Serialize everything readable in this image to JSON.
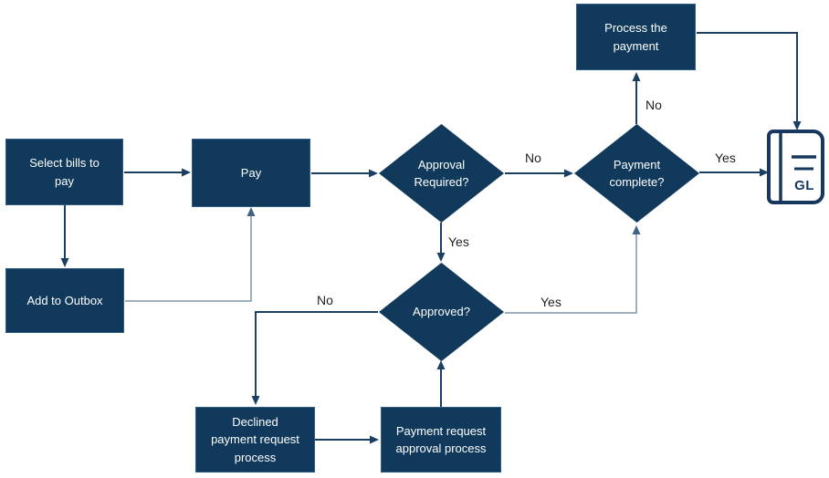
{
  "diagram": {
    "type": "flowchart",
    "colors": {
      "shape_fill": "#10395B",
      "shape_border": "#2E5E88",
      "shape_text": "#FFFFFF",
      "connector": "#1B3F63",
      "connector_light": "#7E96AB",
      "edge_label_text": "#1F1F1F",
      "background": "#FFFFFF"
    },
    "nodes": {
      "select_bills": {
        "label": "Select bills to\npay",
        "type": "process"
      },
      "pay": {
        "label": "Pay",
        "type": "process"
      },
      "add_outbox": {
        "label": "Add to Outbox",
        "type": "process"
      },
      "approval_required": {
        "label": "Approval\nRequired?",
        "type": "decision"
      },
      "payment_complete": {
        "label": "Payment\ncomplete?",
        "type": "decision"
      },
      "process_payment": {
        "label": "Process the\npayment",
        "type": "process"
      },
      "approved": {
        "label": "Approved?",
        "type": "decision"
      },
      "declined_process": {
        "label": "Declined\npayment request\nprocess",
        "type": "process"
      },
      "approval_process": {
        "label": "Payment request\napproval process",
        "type": "process"
      },
      "gl": {
        "label": "GL",
        "type": "ledger-book-icon"
      }
    },
    "edge_labels": {
      "approval_required_no": "No",
      "approval_required_yes": "Yes",
      "payment_complete_no": "No",
      "payment_complete_yes": "Yes",
      "approved_no": "No",
      "approved_yes": "Yes"
    },
    "edges": [
      "select_bills -> pay",
      "select_bills -> add_outbox",
      "add_outbox -> pay",
      "pay -> approval_required",
      "approval_required -No-> payment_complete",
      "approval_required -Yes-> approved",
      "payment_complete -No-> process_payment",
      "payment_complete -Yes-> gl",
      "process_payment -> gl",
      "approved -No-> declined_process",
      "approved -Yes-> payment_complete",
      "declined_process -> approval_process",
      "approval_process -> approved"
    ]
  }
}
